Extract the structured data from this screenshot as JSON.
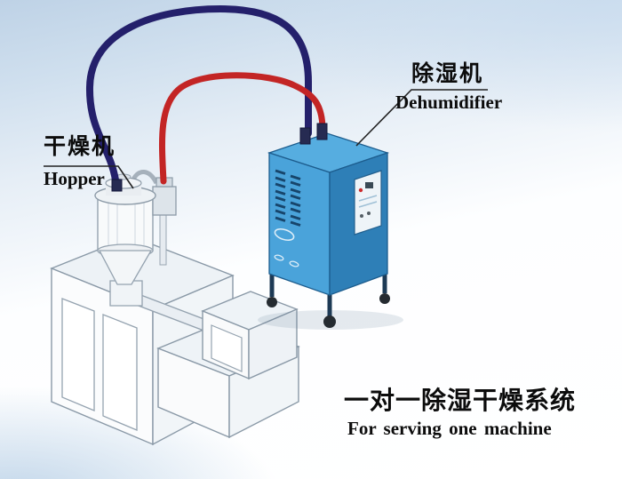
{
  "labels": {
    "hopper": {
      "zh": "干燥机",
      "en": "Hopper"
    },
    "dehumidifier": {
      "zh": "除湿机",
      "en": "Dehumidifier"
    },
    "caption": {
      "zh": "一对一除湿干燥系统",
      "en": "For serving one machine"
    }
  },
  "colors": {
    "pipe_red": "#c32525",
    "pipe_navy": "#24206b",
    "dehumidifier_front": "#4aa3da",
    "dehumidifier_side": "#2e7fb7",
    "dehumidifier_top": "#56ade0",
    "machine_body_white": "#fbfcfd",
    "machine_outline": "#8a99a7",
    "background_top": "#bed2e6",
    "leader_line": "#222222"
  },
  "icons": {
    "pipe_navy": "dry-air-hose",
    "pipe_red": "return-air-hose",
    "dehumidifier_unit": "dehumidifier-cabinet-illustration",
    "hopper_unit": "drying-hopper-illustration",
    "extruder_unit": "extruder-machine-illustration"
  }
}
